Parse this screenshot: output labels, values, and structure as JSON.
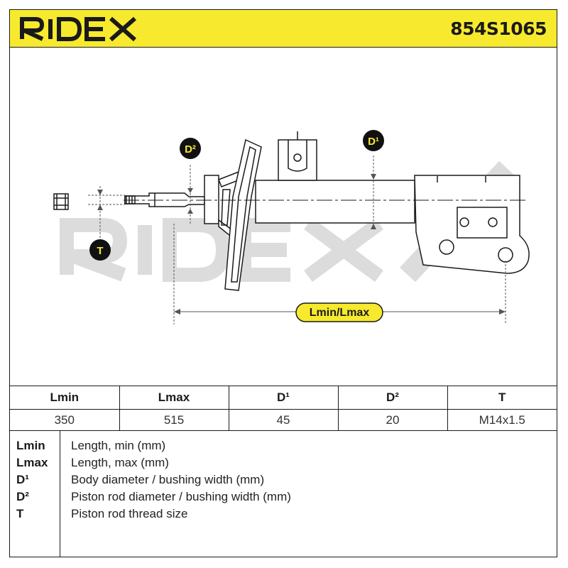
{
  "header": {
    "brand": "RIDEX",
    "part_number": "854S1065",
    "background_color": "#f7ea2e"
  },
  "drawing": {
    "watermark": "RIDEX",
    "labels": {
      "d2": "D²",
      "d1": "D¹",
      "t": "T",
      "length": "Lmin/Lmax"
    },
    "callout_fill": "#111111",
    "callout_text_color": "#f7ea2e"
  },
  "table": {
    "headers": [
      "Lmin",
      "Lmax",
      "D¹",
      "D²",
      "T"
    ],
    "values": [
      "350",
      "515",
      "45",
      "20",
      "M14x1.5"
    ]
  },
  "legend": [
    {
      "key": "Lmin",
      "desc": "Length, min (mm)"
    },
    {
      "key": "Lmax",
      "desc": "Length, max (mm)"
    },
    {
      "key": "D¹",
      "desc": "Body diameter / bushing width (mm)"
    },
    {
      "key": "D²",
      "desc": "Piston rod diameter / bushing width (mm)"
    },
    {
      "key": "T",
      "desc": "Piston rod thread size"
    }
  ]
}
